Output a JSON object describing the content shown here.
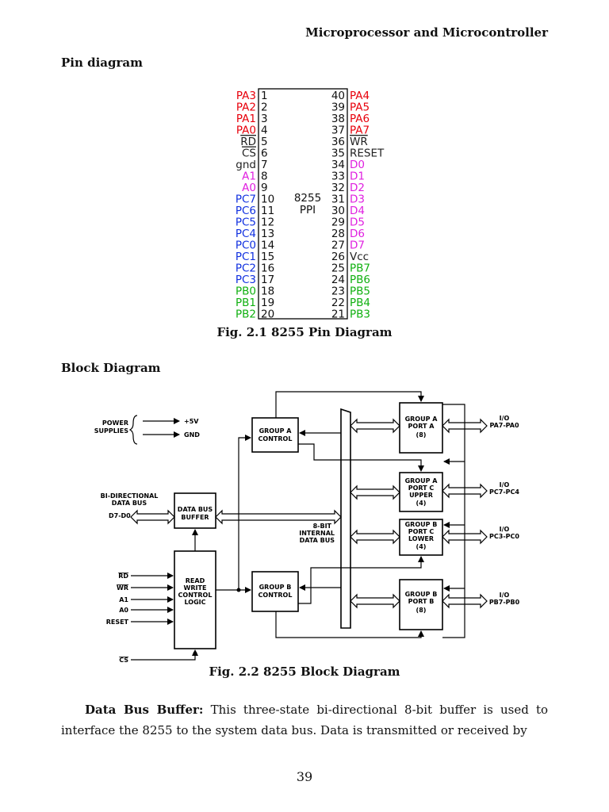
{
  "header": {
    "title": "Microprocessor and Microcontroller"
  },
  "pin_section": {
    "heading": "Pin diagram"
  },
  "pin_diagram": {
    "chip_name": "8255",
    "chip_sub": "PPI",
    "left_pins": [
      {
        "name": "PA3",
        "num": "1",
        "color": "#e8000b"
      },
      {
        "name": "PA2",
        "num": "2",
        "color": "#e8000b"
      },
      {
        "name": "PA1",
        "num": "3",
        "color": "#e8000b"
      },
      {
        "name": "PA0",
        "num": "4",
        "color": "#e8000b"
      },
      {
        "name": "RD",
        "num": "5",
        "color": "#222222",
        "overline": true
      },
      {
        "name": "CS",
        "num": "6",
        "color": "#222222",
        "overline": true
      },
      {
        "name": "gnd",
        "num": "7",
        "color": "#222222"
      },
      {
        "name": "A1",
        "num": "8",
        "color": "#e020e0"
      },
      {
        "name": "A0",
        "num": "9",
        "color": "#e020e0"
      },
      {
        "name": "PC7",
        "num": "10",
        "color": "#1030e0"
      },
      {
        "name": "PC6",
        "num": "11",
        "color": "#1030e0"
      },
      {
        "name": "PC5",
        "num": "12",
        "color": "#1030e0"
      },
      {
        "name": "PC4",
        "num": "13",
        "color": "#1030e0"
      },
      {
        "name": "PC0",
        "num": "14",
        "color": "#1030e0"
      },
      {
        "name": "PC1",
        "num": "15",
        "color": "#1030e0"
      },
      {
        "name": "PC2",
        "num": "16",
        "color": "#1030e0"
      },
      {
        "name": "PC3",
        "num": "17",
        "color": "#1030e0"
      },
      {
        "name": "PB0",
        "num": "18",
        "color": "#10b010"
      },
      {
        "name": "PB1",
        "num": "19",
        "color": "#10b010"
      },
      {
        "name": "PB2",
        "num": "20",
        "color": "#10b010"
      }
    ],
    "right_pins": [
      {
        "name": "PA4",
        "num": "40",
        "color": "#e8000b"
      },
      {
        "name": "PA5",
        "num": "39",
        "color": "#e8000b"
      },
      {
        "name": "PA6",
        "num": "38",
        "color": "#e8000b"
      },
      {
        "name": "PA7",
        "num": "37",
        "color": "#e8000b"
      },
      {
        "name": "WR",
        "num": "36",
        "color": "#222222",
        "overline": true
      },
      {
        "name": "RESET",
        "num": "35",
        "color": "#222222"
      },
      {
        "name": "D0",
        "num": "34",
        "color": "#e020e0"
      },
      {
        "name": "D1",
        "num": "33",
        "color": "#e020e0"
      },
      {
        "name": "D2",
        "num": "32",
        "color": "#e020e0"
      },
      {
        "name": "D3",
        "num": "31",
        "color": "#e020e0"
      },
      {
        "name": "D4",
        "num": "30",
        "color": "#e020e0"
      },
      {
        "name": "D5",
        "num": "29",
        "color": "#e020e0"
      },
      {
        "name": "D6",
        "num": "28",
        "color": "#e020e0"
      },
      {
        "name": "D7",
        "num": "27",
        "color": "#e020e0"
      },
      {
        "name": "Vcc",
        "num": "26",
        "color": "#222222"
      },
      {
        "name": "PB7",
        "num": "25",
        "color": "#10b010"
      },
      {
        "name": "PB6",
        "num": "24",
        "color": "#10b010"
      },
      {
        "name": "PB5",
        "num": "23",
        "color": "#10b010"
      },
      {
        "name": "PB4",
        "num": "22",
        "color": "#10b010"
      },
      {
        "name": "PB3",
        "num": "21",
        "color": "#10b010"
      }
    ]
  },
  "fig1_caption": "Fig. 2.1 8255 Pin Diagram",
  "block_section": {
    "heading": "Block Diagram"
  },
  "block_diagram": {
    "power": {
      "l1": "POWER",
      "l2": "SUPPLIES",
      "v5": "+5V",
      "gnd": "GND"
    },
    "bidir": {
      "l1": "BI-DIRECTIONAL",
      "l2": "DATA BUS",
      "l3": "D7-D0"
    },
    "dbb": {
      "l1": "DATA BUS",
      "l2": "BUFFER"
    },
    "rwc": {
      "l1": "READ",
      "l2": "WRITE",
      "l3": "CONTROL",
      "l4": "LOGIC"
    },
    "signals": {
      "rd": "RD",
      "wr": "WR",
      "a1": "A1",
      "a0": "A0",
      "reset": "RESET",
      "cs": "CS"
    },
    "gac": {
      "l1": "GROUP A",
      "l2": "CONTROL"
    },
    "gbc": {
      "l1": "GROUP B",
      "l2": "CONTROL"
    },
    "ibus": {
      "l1": "8-BIT",
      "l2": "INTERNAL",
      "l3": "DATA BUS"
    },
    "gpa": {
      "l1": "GROUP A",
      "l2": "PORT A",
      "l3": "(8)"
    },
    "gpcu": {
      "l1": "GROUP A",
      "l2": "PORT C",
      "l3": "UPPER",
      "l4": "(4)"
    },
    "gpcl": {
      "l1": "GROUP B",
      "l2": "PORT C",
      "l3": "LOWER",
      "l4": "(4)"
    },
    "gpb": {
      "l1": "GROUP B",
      "l2": "PORT B",
      "l3": "(8)"
    },
    "io": [
      {
        "l1": "I/O",
        "l2": "PA7-PA0"
      },
      {
        "l1": "I/O",
        "l2": "PC7-PC4"
      },
      {
        "l1": "I/O",
        "l2": "PC3-PC0"
      },
      {
        "l1": "I/O",
        "l2": "PB7-PB0"
      }
    ]
  },
  "fig2_caption": "Fig. 2.2 8255 Block Diagram",
  "paragraph": {
    "term": "Data Bus Buffer:",
    "text": " This three-state bi-directional 8-bit buffer is used to interface the 8255 to the system data bus. Data is transmitted or received by"
  },
  "page_number": "39"
}
